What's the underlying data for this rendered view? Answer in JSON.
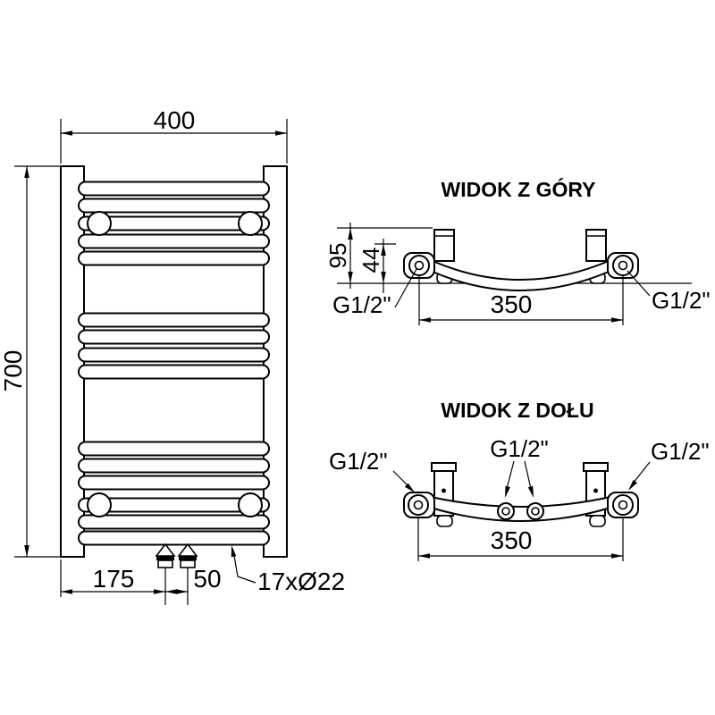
{
  "colors": {
    "background": "#ffffff",
    "line": "#000000"
  },
  "front_view": {
    "width_mm": "400",
    "height_mm": "700",
    "valve_offset_mm": "175",
    "valve_spacing_mm": "50",
    "tube_spec": "17xØ22"
  },
  "top_view": {
    "title": "WIDOK Z GÓRY",
    "depth_mm": "95",
    "pipe_axis_mm": "44",
    "connection_span_mm": "350",
    "left_thread": "G1/2\"",
    "right_thread": "G1/2\""
  },
  "bottom_view": {
    "title": "WIDOK Z DOŁU",
    "connection_span_mm": "350",
    "left_thread": "G1/2\"",
    "center_thread": "G1/2\"",
    "right_thread": "G1/2\""
  }
}
